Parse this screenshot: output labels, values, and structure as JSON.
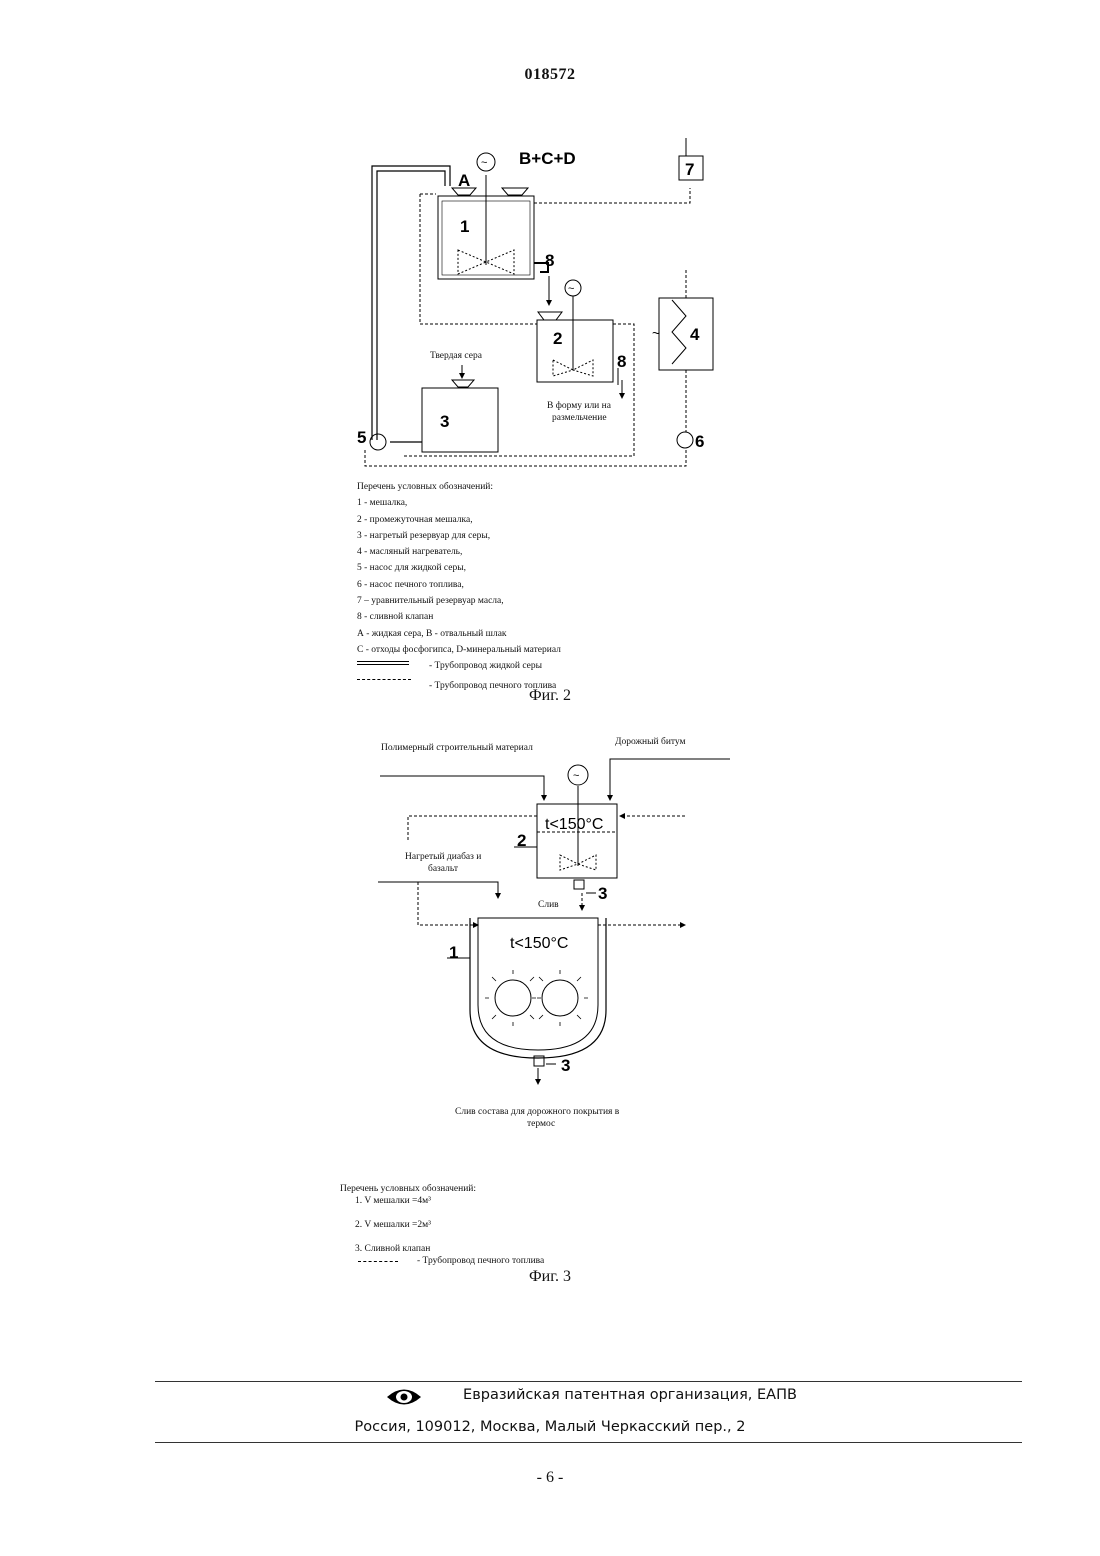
{
  "header": {
    "doc_number": "018572"
  },
  "fig2": {
    "labels": {
      "a": "A",
      "bcd": "B+C+D",
      "solid_sulfur": "Твердая сера",
      "to_form_1": "В форму или на",
      "to_form_2": "размельчение",
      "tilde": "~"
    },
    "numbers": {
      "n1": "1",
      "n2": "2",
      "n3": "3",
      "n4": "4",
      "n5": "5",
      "n6": "6",
      "n7": "7",
      "n8a": "8",
      "n8b": "8"
    },
    "legend_title": "Перечень условных обозначений:",
    "legend_items": [
      "1 - мешалка,",
      "2 - промежуточная мешалка,",
      "3 - нагретый резервуар для серы,",
      "4 - масляный нагреватель,",
      "5 - насос для жидкой серы,",
      "6 - насос печного топлива,",
      "7 – уравнительный резервуар масла,",
      "8 - сливной клапан",
      "А - жидкая сера, В - отвальный шлак",
      "С - отходы фосфогипса, D-минеральный материал"
    ],
    "pipe_sulfur": "- Трубопровод жидкой серы",
    "pipe_fuel": "- Трубопровод печного топлива",
    "caption": "Фиг. 2"
  },
  "fig3": {
    "labels": {
      "polymer": "Полимерный строительный материал",
      "bitumen": "Дорожный битум",
      "temp_top": "t<150°C",
      "temp_bottom": "t<150°C",
      "diabase_1": "Нагретый диабаз и",
      "diabase_2": "базальт",
      "drain": "Слив",
      "out_1": "Слив состава для дорожного покрытия в",
      "out_2": "термос"
    },
    "numbers": {
      "n1": "1",
      "n2": "2",
      "n3a": "3",
      "n3b": "3"
    },
    "legend_title": "Перечень условных обозначений:",
    "legend_items": [
      "1.   V мешалки =4м³",
      "2.   V мешалки =2м³",
      "3.   Сливной клапан"
    ],
    "pipe_fuel": "- Трубопровод печного топлива",
    "caption": "Фиг. 3"
  },
  "footer": {
    "org": "Евразийская патентная организация, ЕАПВ",
    "address": "Россия, 109012, Москва, Малый Черкасский пер., 2",
    "page": "- 6 -"
  }
}
